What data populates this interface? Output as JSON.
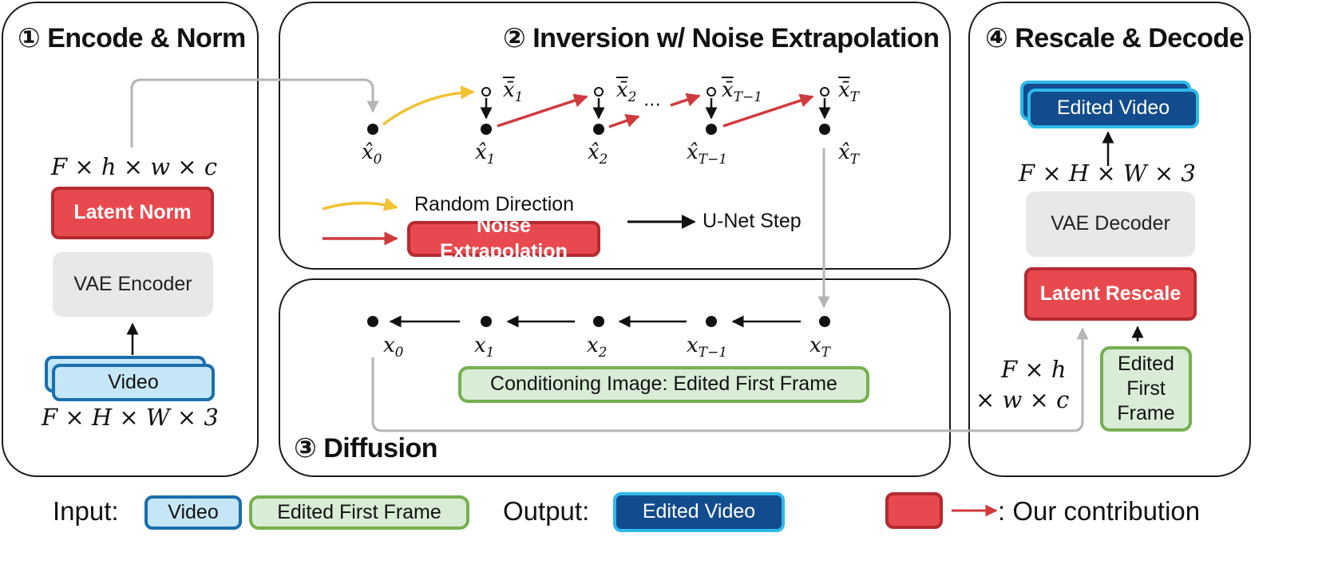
{
  "panels": {
    "encode": {
      "title": "① Encode & Norm"
    },
    "inversion": {
      "title": "② Inversion w/ Noise Extrapolation"
    },
    "diffusion": {
      "title": "③ Diffusion"
    },
    "decode": {
      "title": "④ Rescale & Decode"
    }
  },
  "encode": {
    "latent_dims": "F × h × w × c",
    "latent_norm": "Latent Norm",
    "vae_encoder": "VAE Encoder",
    "video": "Video",
    "video_dims": "F × H × W × 3"
  },
  "inversion": {
    "top_labels": [
      "x̄",
      "x̄",
      "x̄",
      "x̄"
    ],
    "top_subs": [
      "1",
      "2",
      "T−1",
      "T"
    ],
    "bottom_labels": [
      "x̂",
      "x̂",
      "x̂",
      "x̂",
      "x̂"
    ],
    "bottom_subs": [
      "0",
      "1",
      "2",
      "T−1",
      "T"
    ],
    "ellipsis": "⋯",
    "legend_random": "Random Direction",
    "legend_noise": "Noise Extrapolation",
    "legend_unet": "U-Net Step"
  },
  "diffusion": {
    "labels": [
      "x",
      "x",
      "x",
      "x",
      "x"
    ],
    "subs": [
      "0",
      "1",
      "2",
      "T−1",
      "T"
    ],
    "conditioning": "Conditioning Image: Edited First Frame"
  },
  "decode": {
    "edited_video": "Edited Video",
    "output_dims": "F × H × W × 3",
    "vae_decoder": "VAE Decoder",
    "latent_rescale": "Latent Rescale",
    "latent_dims_line1": "F × h",
    "latent_dims_line2": "× w × c",
    "edited_first_frame": "Edited First Frame"
  },
  "legend": {
    "input_label": "Input:",
    "input_video": "Video",
    "input_frame": "Edited First Frame",
    "output_label": "Output:",
    "output_video": "Edited Video",
    "contribution": ": Our contribution"
  },
  "colors": {
    "red": "#e8494f",
    "yellow": "#f1c232",
    "gray_arrow": "#b5b5b5",
    "green": "#76b04f",
    "light_blue": "#c5e6f7",
    "dark_blue": "#124c8c"
  }
}
